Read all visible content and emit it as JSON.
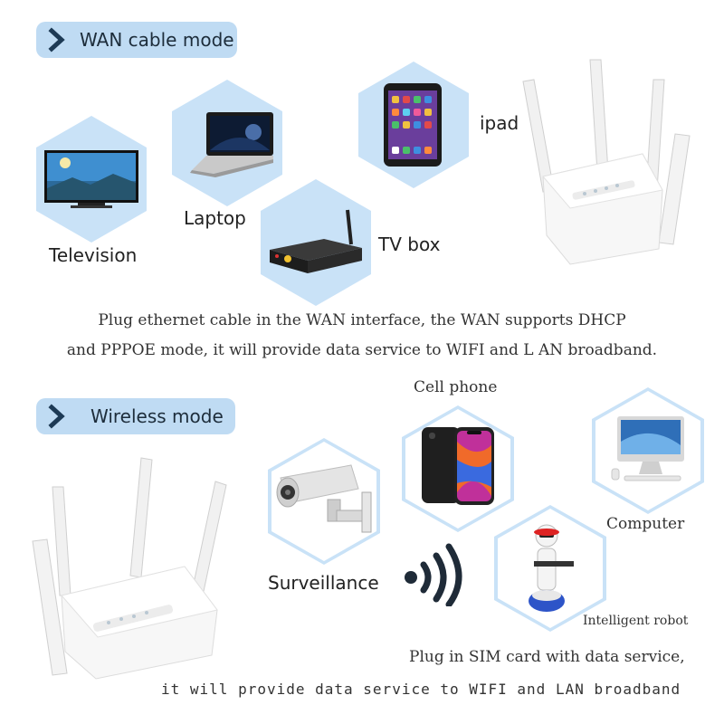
{
  "wan_section": {
    "title": "WAN cable mode",
    "devices": {
      "television": "Television",
      "laptop": "Laptop",
      "ipad": "ipad",
      "tv_box": "TV box"
    },
    "description_line1": "Plug ethernet cable in the WAN interface, the WAN supports DHCP",
    "description_line2": "and PPPOE mode, it will provide data service to WIFI and L AN broadband."
  },
  "wireless_section": {
    "title": "Wireless mode",
    "devices": {
      "cell_phone": "Cell phone",
      "computer": "Computer",
      "surveillance": "Surveillance",
      "robot": "Intelligent robot"
    },
    "description_line1": "Plug in SIM card with data service,",
    "description_line2": "it will provide data service to WIFI and LAN broadband"
  },
  "colors": {
    "pill": "#bfdbf3",
    "hex_fill": "#c9e2f7",
    "chevron": "#1d3a55"
  }
}
